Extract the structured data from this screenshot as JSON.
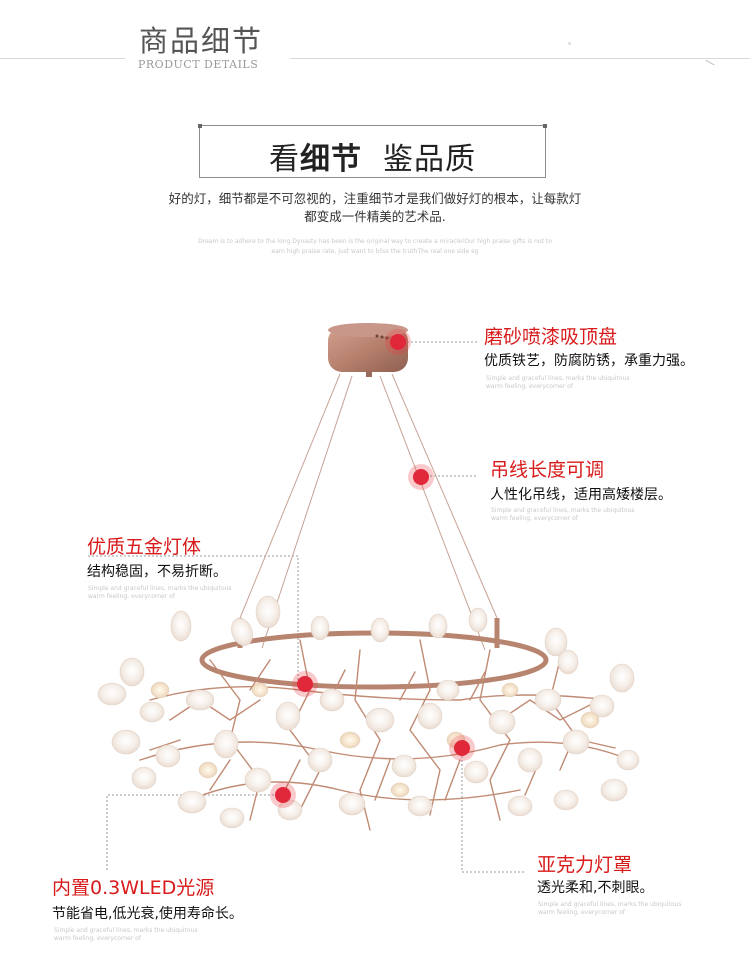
{
  "header": {
    "title": "商品细节",
    "subtitle": "PRODUCT DETAILS"
  },
  "slogan": {
    "part1": "看",
    "part2": "细节",
    "part3": "鉴品质"
  },
  "intro": {
    "line1": "好的灯，细节都是不可忽视的，注重细节才是我们做好灯的根本，让每款灯",
    "line2": "都变成一件精美的艺术品.",
    "english1": "Dream is to adhere to the long Dynasty has been is the original way to create a miracle!Our high praise gifts is not to",
    "english2": "earn high praise rate, just want to bliss the truthThe real one side eg"
  },
  "callouts": {
    "canopy": {
      "title": "磨砂喷漆吸顶盘",
      "desc": "优质铁艺，防腐防锈，承重力强。",
      "english1": "Simple and graceful lines, marks the ubiquitous",
      "english2": "warm feeling, everycorner of"
    },
    "wire": {
      "title": "吊线长度可调",
      "desc": "人性化吊线，适用高矮楼层。",
      "english1": "Simple and graceful lines, marks the ubiquitous",
      "english2": "warm feeling, everycorner of"
    },
    "hardware": {
      "title": "优质五金灯体",
      "desc": "结构稳固，不易折断。",
      "english1": "Simple and graceful lines, marks the ubiquitous",
      "english2": "warm feeling, everycorner of"
    },
    "led": {
      "title": "内置0.3WLED光源",
      "desc": "节能省电,低光衰,使用寿命长。",
      "english1": "Simple and graceful lines, marks the ubiquitous",
      "english2": "warm feeling, everycorner of"
    },
    "shade": {
      "title": "亚克力灯罩",
      "desc": "透光柔和,不刺眼。",
      "english1": "Simple and graceful lines, marks the ubiquitous",
      "english2": "warm feeling, everycorner of"
    }
  },
  "colors": {
    "accent_red": "#d81a1a",
    "marker": "#e0283a",
    "rose_gold": "#b98672",
    "leaf": "#efe6df"
  }
}
